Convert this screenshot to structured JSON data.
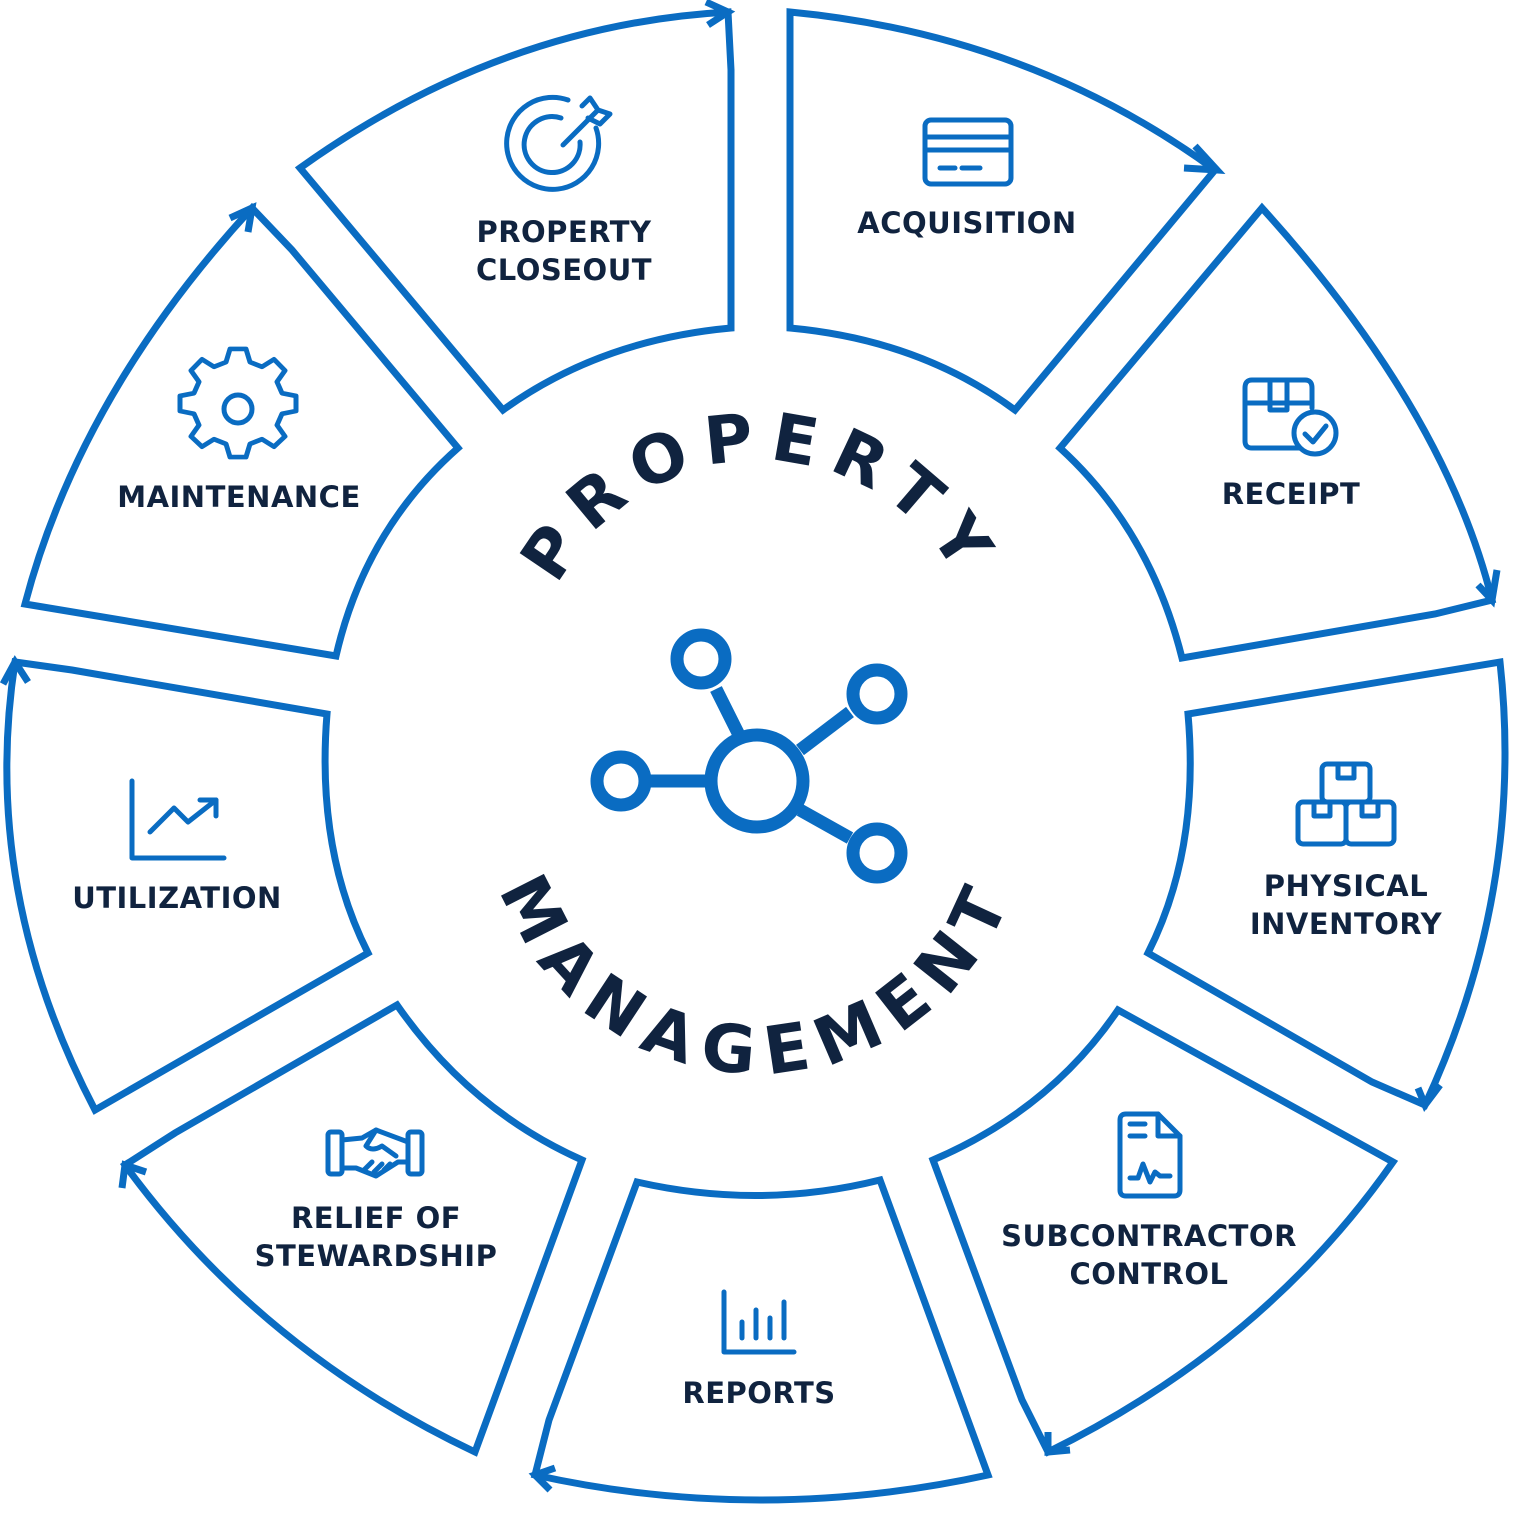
{
  "diagram": {
    "center_title_top": "PROPERTY",
    "center_title_bottom": "MANAGEMENT",
    "colors": {
      "accent": "#0A6CC2",
      "text": "#10233F"
    },
    "segments": [
      {
        "id": "acquisition",
        "line1": "ACQUISITION",
        "line2": "",
        "icon": "credit-card-icon"
      },
      {
        "id": "receipt",
        "line1": "RECEIPT",
        "line2": "",
        "icon": "package-check-icon"
      },
      {
        "id": "physical-inventory",
        "line1": "PHYSICAL",
        "line2": "INVENTORY",
        "icon": "stacked-boxes-icon"
      },
      {
        "id": "subcontractor-control",
        "line1": "SUBCONTRACTOR",
        "line2": "CONTROL",
        "icon": "signed-document-icon"
      },
      {
        "id": "reports",
        "line1": "REPORTS",
        "line2": "",
        "icon": "bar-chart-icon"
      },
      {
        "id": "relief-of-stewardship",
        "line1": "RELIEF OF",
        "line2": "STEWARDSHIP",
        "icon": "handshake-icon"
      },
      {
        "id": "utilization",
        "line1": "UTILIZATION",
        "line2": "",
        "icon": "trend-chart-icon"
      },
      {
        "id": "maintenance",
        "line1": "MAINTENANCE",
        "line2": "",
        "icon": "gear-icon"
      },
      {
        "id": "property-closeout",
        "line1": "PROPERTY",
        "line2": "CLOSEOUT",
        "icon": "target-arrow-icon"
      }
    ]
  }
}
